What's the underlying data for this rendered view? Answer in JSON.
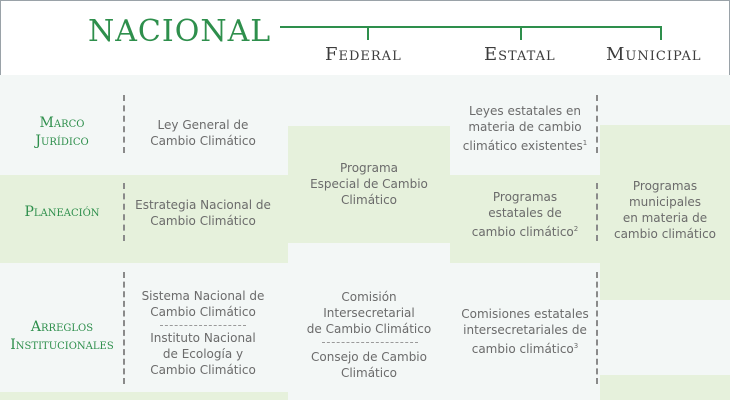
{
  "title": "NACIONAL",
  "levels": {
    "federal": "Federal",
    "estatal": "Estatal",
    "municipal": "Municipal"
  },
  "rows": {
    "marco": {
      "line1": "Marco",
      "line2": "Jurídico"
    },
    "planeacion": "Planeación",
    "arreglos": {
      "line1": "Arreglos",
      "line2": "Institucionales"
    }
  },
  "cells": {
    "ley_general": [
      "Ley General de",
      "Cambio Climático"
    ],
    "estrategia": [
      "Estrategia Nacional de",
      "Cambio Climático"
    ],
    "sistema": [
      "Sistema Nacional de",
      "Cambio Climático"
    ],
    "instituto": [
      "Instituto Nacional",
      "de Ecología y",
      "Cambio Climático"
    ],
    "programa_especial": [
      "Programa",
      "Especial de Cambio",
      "Climático"
    ],
    "comision_inter": [
      "Comisión",
      "Intersecretarial",
      "de Cambio Climático"
    ],
    "consejo": [
      "Consejo de Cambio",
      "Climático"
    ],
    "leyes_estatales": [
      "Leyes estatales en",
      "materia de cambio",
      "climático existentes"
    ],
    "leyes_sup": "1",
    "programas_estatales": [
      "Programas",
      "estatales de",
      "cambio climático"
    ],
    "programas_estatales_sup": "2",
    "comisiones_estatales": [
      "Comisiones estatales",
      "intersecretariales de",
      "cambio climático"
    ],
    "comisiones_sup": "3",
    "programas_municipales": [
      "Programas",
      "municipales",
      "en materia de",
      "cambio climático"
    ]
  }
}
